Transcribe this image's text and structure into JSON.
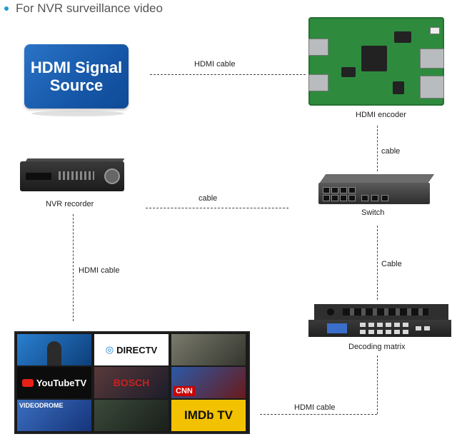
{
  "heading": "For NVR surveillance video",
  "hdmi_source": {
    "line1": "HDMI Signal",
    "line2": "Source"
  },
  "devices": {
    "encoder": "HDMI encoder",
    "nvr": "NVR recorder",
    "switch": "Switch",
    "decoder": "Decoding matrix"
  },
  "connections": {
    "source_to_encoder": "HDMI cable",
    "encoder_to_switch": "cable",
    "nvr_to_switch": "cable",
    "nvr_to_wall": "HDMI cable",
    "switch_to_decoder": "Cable",
    "decoder_to_wall": "HDMI cable"
  },
  "video_wall": {
    "tiles": [
      "",
      "DIRECTV",
      "",
      "YouTubeTV",
      "BOSCH",
      "CNN",
      "VIDEODROME",
      "",
      "IMDb TV"
    ]
  },
  "colors": {
    "accent_dot": "#1d9bd7",
    "source_blue": "#1657a8",
    "pcb_green": "#2e8b3e",
    "imdb_yellow": "#f2c200",
    "youtube_red": "#e62117"
  }
}
